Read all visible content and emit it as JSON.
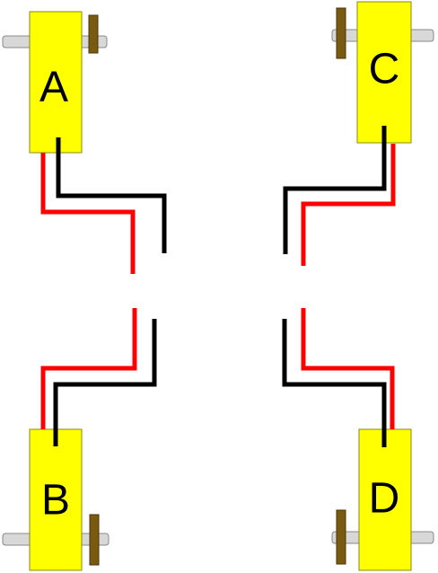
{
  "colors": {
    "motor_body": "#ffff00",
    "motor_border": "#8a8a10",
    "shaft": "#d8d8d8",
    "shaft_border": "#888888",
    "wheel": "#7a5a10",
    "wire_red": "#ff0000",
    "wire_black": "#000000",
    "background": "#ffffff"
  },
  "motors": {
    "a": {
      "label": "A"
    },
    "b": {
      "label": "B"
    },
    "c": {
      "label": "C"
    },
    "d": {
      "label": "D"
    }
  }
}
